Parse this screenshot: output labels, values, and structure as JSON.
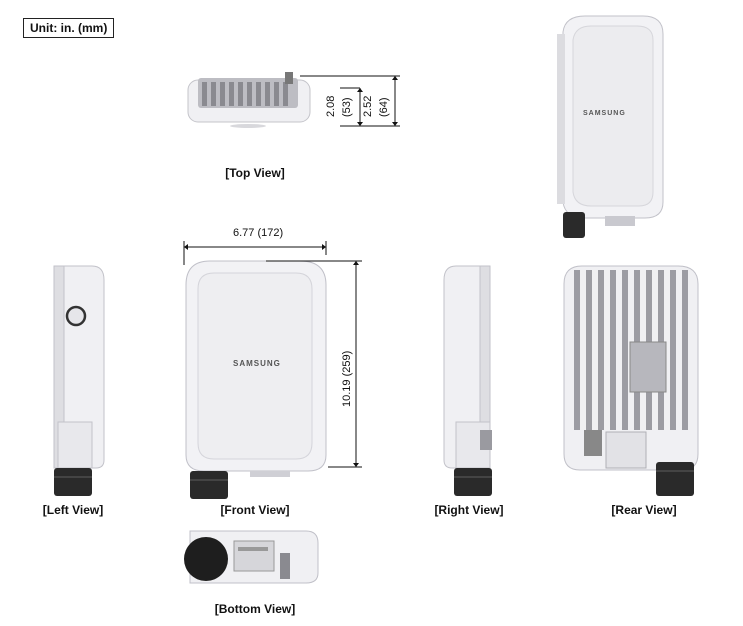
{
  "unit_label": "Unit: in. (mm)",
  "captions": {
    "top": "[Top View]",
    "left": "[Left View]",
    "front": "[Front View]",
    "right": "[Right View]",
    "rear": "[Rear View]",
    "bottom": "[Bottom View]"
  },
  "dimensions": {
    "height_a_in": "2.08",
    "height_a_mm": "(53)",
    "height_b_in": "2.52",
    "height_b_mm": "(64)",
    "width": "6.77 (172)",
    "length": "10.19 (259)"
  },
  "brand": "SAMSUNG",
  "colors": {
    "housing": "#eeeef1",
    "housing_edge": "#b9b9c0",
    "fins": "#9a9aa0",
    "gland": "#2a2a2a",
    "line": "#111111"
  }
}
